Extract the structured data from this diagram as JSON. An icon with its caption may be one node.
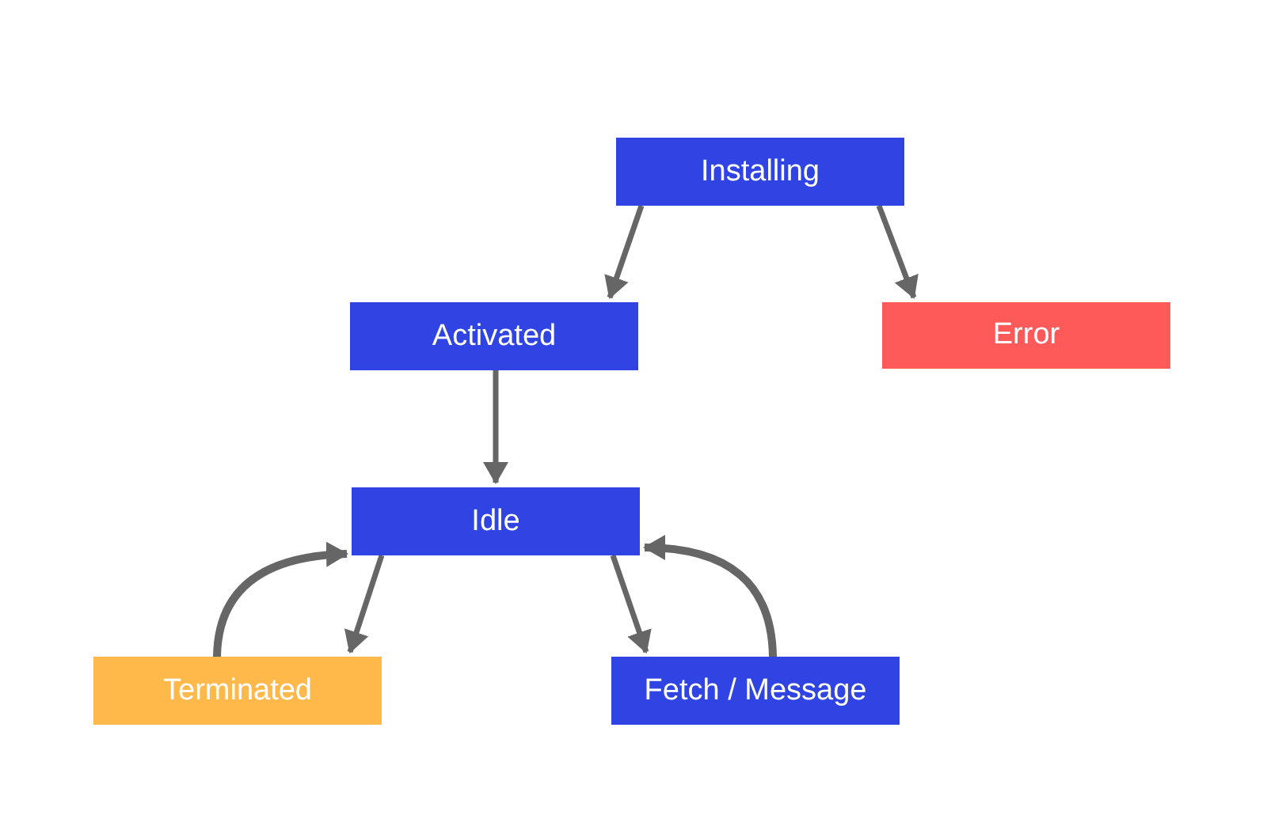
{
  "diagram": {
    "nodes": [
      {
        "text": [
          "Installing"
        ]
      },
      {
        "text": [
          "Activated"
        ]
      },
      {
        "text": [
          "Error"
        ]
      },
      {
        "text": [
          "Idle"
        ]
      },
      {
        "text": [
          "Terminated"
        ]
      },
      {
        "text": [
          "Fetch / Message"
        ]
      }
    ],
    "edges": [
      {
        "from": 0,
        "to": 1,
        "arrow": "to"
      },
      {
        "from": 0,
        "to": 2,
        "arrow": "to"
      },
      {
        "from": 1,
        "to": 3,
        "arrow": "to"
      },
      {
        "from": 3,
        "to": 4,
        "arrow": "to"
      },
      {
        "from": 3,
        "to": 5,
        "arrow": "to"
      },
      {
        "from": 4,
        "to": 3,
        "arrow": "to"
      },
      {
        "from": 5,
        "to": 3,
        "arrow": "to"
      }
    ]
  }
}
